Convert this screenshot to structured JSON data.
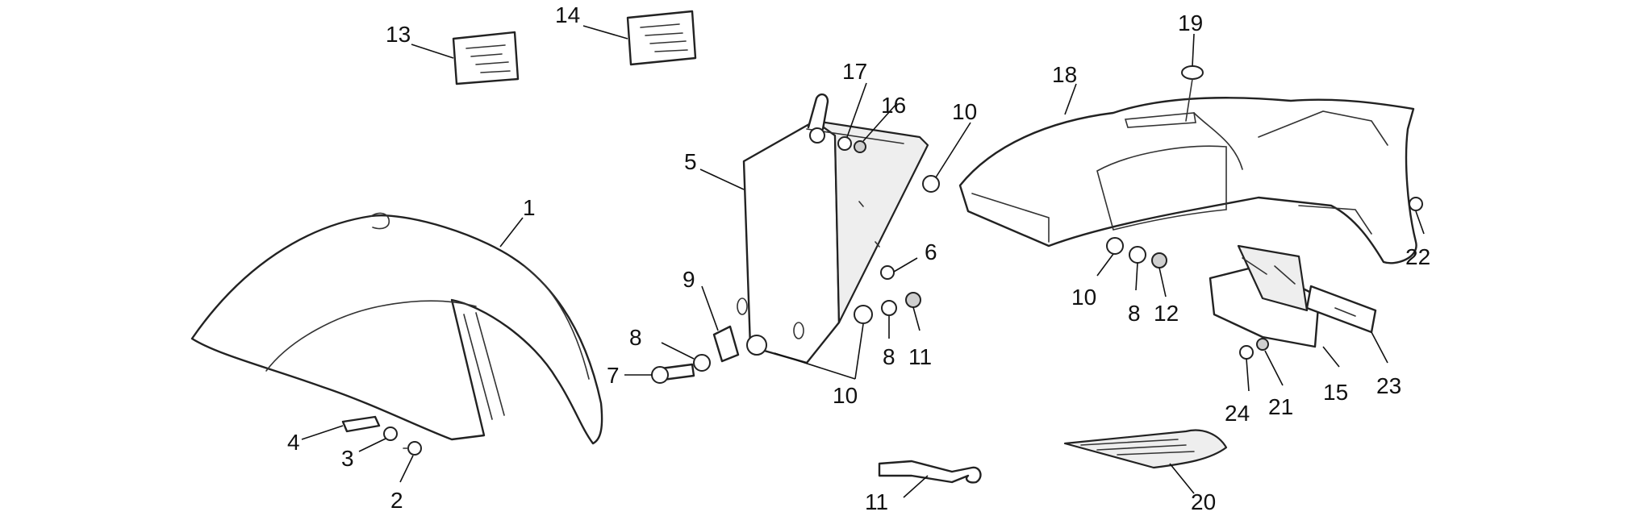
{
  "diagram": {
    "callouts": [
      {
        "id": "c1",
        "text": "1"
      },
      {
        "id": "c2",
        "text": "2"
      },
      {
        "id": "c3",
        "text": "3"
      },
      {
        "id": "c4",
        "text": "4"
      },
      {
        "id": "c5",
        "text": "5"
      },
      {
        "id": "c6",
        "text": "6"
      },
      {
        "id": "c7",
        "text": "7"
      },
      {
        "id": "c8a",
        "text": "8"
      },
      {
        "id": "c8b",
        "text": "8"
      },
      {
        "id": "c8c",
        "text": "8"
      },
      {
        "id": "c9",
        "text": "9"
      },
      {
        "id": "c10a",
        "text": "10"
      },
      {
        "id": "c10b",
        "text": "10"
      },
      {
        "id": "c10c",
        "text": "10"
      },
      {
        "id": "c11a",
        "text": "11"
      },
      {
        "id": "c11b",
        "text": "11"
      },
      {
        "id": "c12",
        "text": "12"
      },
      {
        "id": "c13",
        "text": "13"
      },
      {
        "id": "c14",
        "text": "14"
      },
      {
        "id": "c15",
        "text": "15"
      },
      {
        "id": "c16",
        "text": "16"
      },
      {
        "id": "c17",
        "text": "17"
      },
      {
        "id": "c18",
        "text": "18"
      },
      {
        "id": "c19",
        "text": "19"
      },
      {
        "id": "c20",
        "text": "20"
      },
      {
        "id": "c21",
        "text": "21"
      },
      {
        "id": "c22",
        "text": "22"
      },
      {
        "id": "c23",
        "text": "23"
      },
      {
        "id": "c24",
        "text": "24"
      }
    ]
  }
}
